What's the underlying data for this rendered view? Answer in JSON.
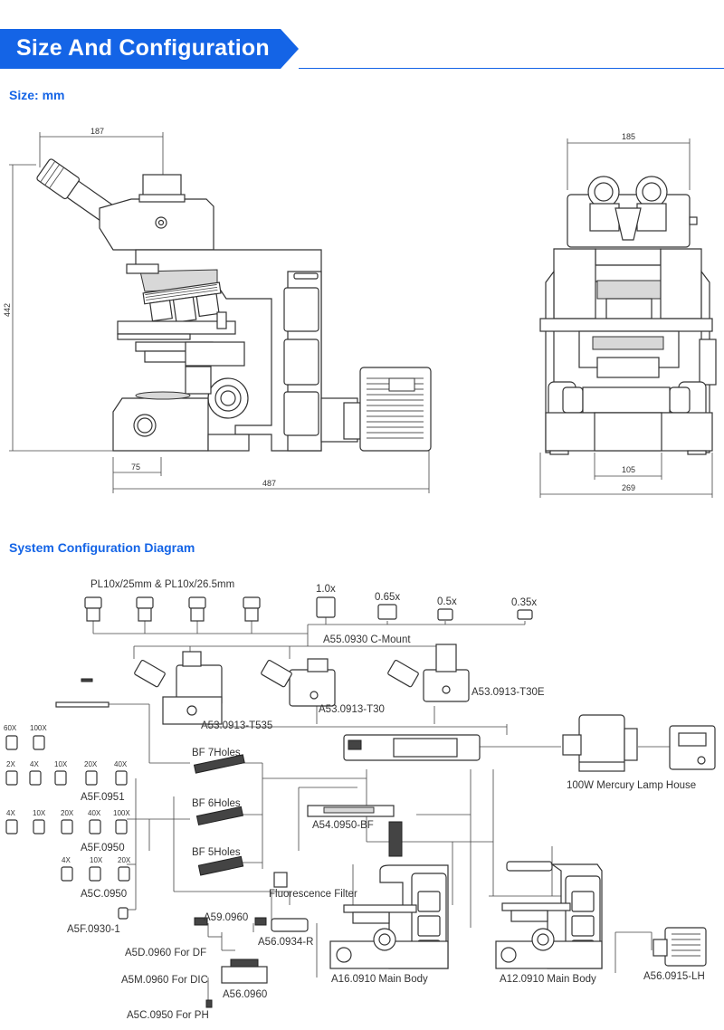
{
  "header": {
    "title": "Size And Configuration",
    "accent": "#1464e6"
  },
  "size_section": {
    "heading": "Size: mm",
    "side_view": {
      "width_top": "187",
      "height": "442",
      "base_left": "75",
      "total_width": "487"
    },
    "front_view": {
      "top_width": "185",
      "foot_width": "105",
      "total_width": "269"
    }
  },
  "config_section": {
    "heading": "System Configuration Diagram",
    "eyepieces_label": "PL10x/25mm & PL10x/26.5mm",
    "adapters": [
      "1.0x",
      "0.65x",
      "0.5x",
      "0.35x"
    ],
    "cmount_label": "A55.0930 C-Mount",
    "heads": [
      "A53.0913-T535",
      "A53.0913-T30",
      "A53.0913-T30E"
    ],
    "lamp_house": "100W Mercury Lamp House",
    "nosepieces": [
      "BF 7Holes",
      "BF 6Holes",
      "BF 5Holes"
    ],
    "objective_row1": [
      "60X",
      "100X"
    ],
    "objective_row2": [
      "2X",
      "4X",
      "10X",
      "20X",
      "40X"
    ],
    "objective_row3": [
      "4X",
      "10X",
      "20X",
      "40X",
      "100X"
    ],
    "objective_row4": [
      "4X",
      "10X",
      "20X"
    ],
    "objective_sets": [
      "A5F.0951",
      "A5F.0950",
      "A5C.0950",
      "A5F.0930-1"
    ],
    "stage": "A54.0950-BF",
    "filter": "Fluorescence Filter",
    "condenser_parts": [
      "A59.0960",
      "A56.0934-R",
      "A5D.0960 For DF",
      "A5M.0960 For DIC",
      "A56.0960",
      "A5C.0950 For PH"
    ],
    "bodies": [
      "A16.0910 Main Body",
      "A12.0910 Main Body"
    ],
    "camera": "A56.0915-LH"
  }
}
